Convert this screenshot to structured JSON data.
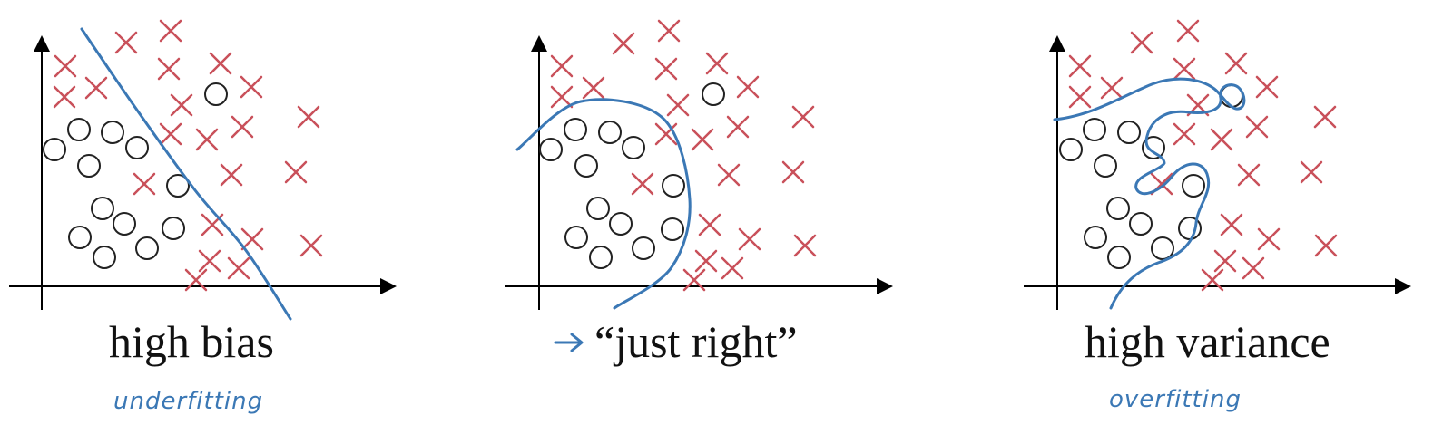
{
  "panels": [
    {
      "label": "high bias",
      "note": "underfitting",
      "circles": [
        [
          238,
          104
        ],
        [
          60,
          165
        ],
        [
          87,
          143
        ],
        [
          124,
          146
        ],
        [
          151,
          163
        ],
        [
          98,
          183
        ],
        [
          196,
          205
        ],
        [
          113,
          230
        ],
        [
          137,
          247
        ],
        [
          88,
          262
        ],
        [
          115,
          284
        ],
        [
          162,
          274
        ],
        [
          191,
          252
        ]
      ],
      "crosses": [
        [
          72,
          73
        ],
        [
          139,
          47
        ],
        [
          188,
          34
        ],
        [
          243,
          70
        ],
        [
          71,
          107
        ],
        [
          106,
          97
        ],
        [
          186,
          76
        ],
        [
          277,
          96
        ],
        [
          200,
          116
        ],
        [
          340,
          129
        ],
        [
          188,
          148
        ],
        [
          228,
          154
        ],
        [
          267,
          140
        ],
        [
          159,
          203
        ],
        [
          255,
          193
        ],
        [
          326,
          190
        ],
        [
          234,
          248
        ],
        [
          278,
          264
        ],
        [
          343,
          271
        ],
        [
          231,
          288
        ],
        [
          263,
          296
        ],
        [
          216,
          309
        ]
      ],
      "curve": [
        [
          90,
          32
        ],
        [
          150,
          120
        ],
        [
          215,
          210
        ],
        [
          270,
          275
        ],
        [
          320,
          352
        ]
      ]
    },
    {
      "label": "“just right”",
      "note": "→",
      "circles": [
        [
          786,
          104
        ],
        [
          607,
          165
        ],
        [
          634,
          143
        ],
        [
          672,
          146
        ],
        [
          698,
          163
        ],
        [
          646,
          183
        ],
        [
          742,
          205
        ],
        [
          659,
          230
        ],
        [
          684,
          247
        ],
        [
          635,
          262
        ],
        [
          662,
          284
        ],
        [
          709,
          274
        ],
        [
          741,
          253
        ]
      ],
      "crosses": [
        [
          619,
          73
        ],
        [
          687,
          48
        ],
        [
          737,
          34
        ],
        [
          790,
          70
        ],
        [
          619,
          107
        ],
        [
          654,
          97
        ],
        [
          734,
          76
        ],
        [
          824,
          96
        ],
        [
          747,
          116
        ],
        [
          885,
          129
        ],
        [
          734,
          148
        ],
        [
          774,
          154
        ],
        [
          813,
          140
        ],
        [
          708,
          203
        ],
        [
          803,
          193
        ],
        [
          874,
          190
        ],
        [
          782,
          248
        ],
        [
          826,
          264
        ],
        [
          887,
          271
        ],
        [
          778,
          288
        ],
        [
          807,
          296
        ],
        [
          765,
          309
        ]
      ],
      "curve": [
        [
          570,
          165
        ],
        [
          640,
          112
        ],
        [
          730,
          130
        ],
        [
          760,
          220
        ],
        [
          740,
          295
        ],
        [
          677,
          340
        ]
      ]
    },
    {
      "label": "high variance",
      "note": "overfitting",
      "circles": [
        [
          1357,
          106
        ],
        [
          1180,
          165
        ],
        [
          1206,
          143
        ],
        [
          1244,
          146
        ],
        [
          1271,
          163
        ],
        [
          1218,
          183
        ],
        [
          1315,
          205
        ],
        [
          1232,
          230
        ],
        [
          1257,
          247
        ],
        [
          1207,
          262
        ],
        [
          1233,
          284
        ],
        [
          1281,
          274
        ],
        [
          1311,
          252
        ]
      ],
      "crosses": [
        [
          1190,
          73
        ],
        [
          1258,
          47
        ],
        [
          1309,
          34
        ],
        [
          1362,
          70
        ],
        [
          1190,
          107
        ],
        [
          1225,
          97
        ],
        [
          1305,
          76
        ],
        [
          1396,
          96
        ],
        [
          1320,
          116
        ],
        [
          1460,
          129
        ],
        [
          1305,
          148
        ],
        [
          1346,
          154
        ],
        [
          1385,
          140
        ],
        [
          1280,
          203
        ],
        [
          1376,
          193
        ],
        [
          1445,
          190
        ],
        [
          1357,
          248
        ],
        [
          1398,
          264
        ],
        [
          1461,
          271
        ],
        [
          1350,
          288
        ],
        [
          1381,
          296
        ],
        [
          1336,
          309
        ]
      ]
    }
  ]
}
